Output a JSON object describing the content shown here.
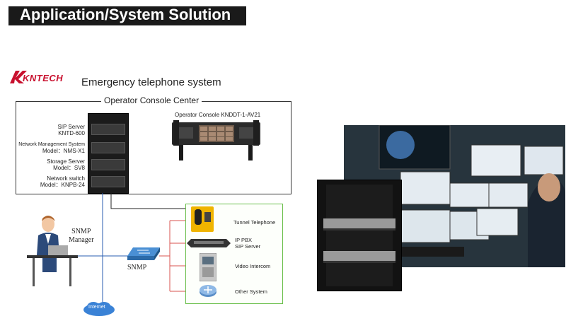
{
  "header": {
    "title": "Application/System Solution"
  },
  "brand": {
    "name": "KNTECH"
  },
  "diagram": {
    "system_title": "Emergency telephone system",
    "console_center_label": "Operator Console Center",
    "operator_console_label": "Operator Console KNDDT-1-AV21",
    "rack_labels": {
      "sip_server_1": "SIP Server",
      "sip_server_2": "KNTD-600",
      "nms_1": "Network Management System",
      "nms_2": "Model：NMS-X1",
      "storage_1": "Storage Server",
      "storage_2": "Model：SV8",
      "switch_1": "Network switch",
      "switch_2": "Model：KNPB-24"
    },
    "devices": {
      "tunnel_telephone": "Tunnel Telephone",
      "ip_pbx_1": "IP PBX",
      "ip_pbx_2": "SIP Server",
      "video_intercom": "Video Intercom",
      "other_system": "Other System"
    },
    "snmp_manager_1": "SNMP",
    "snmp_manager_2": "Manager",
    "snmp_label": "SNMP",
    "internet_label": "Internet"
  },
  "colors": {
    "header_bg": "#1a1a1a",
    "brand_red": "#c8102e",
    "green_border": "#6abf4b",
    "link_red": "#d9534f",
    "link_blue": "#2a5db0"
  }
}
